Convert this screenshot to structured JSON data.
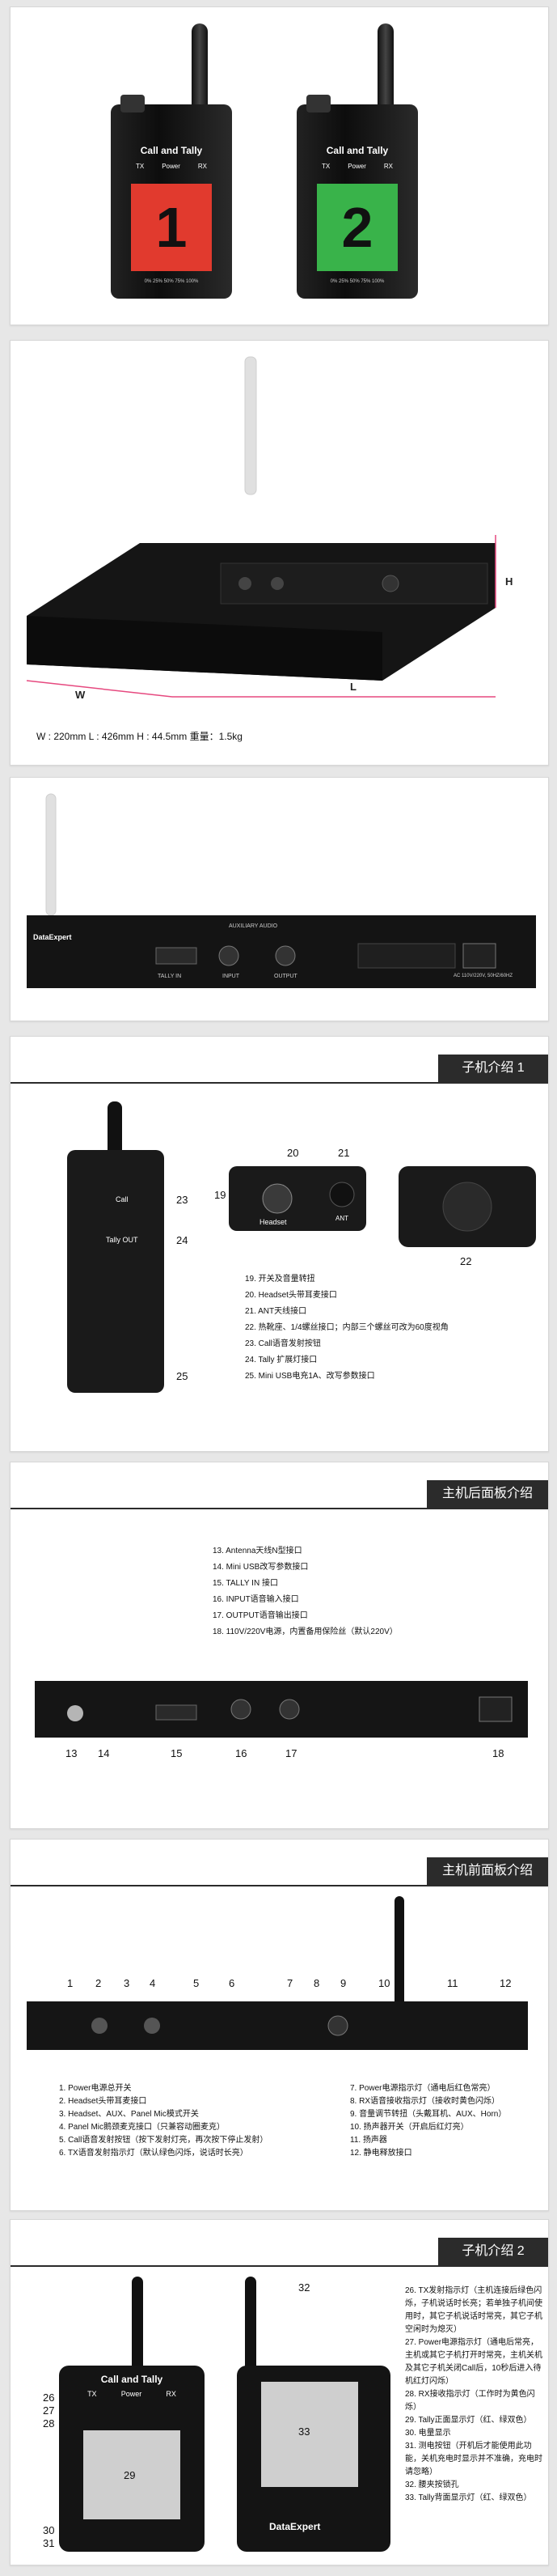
{
  "transmitters": [
    {
      "title": "Call and Tally",
      "leds": [
        "TX",
        "Power",
        "RX"
      ],
      "number": "1",
      "color": "#e13a2e",
      "battery": "0% 25% 50% 75% 100%"
    },
    {
      "title": "Call and Tally",
      "leds": [
        "TX",
        "Power",
        "RX"
      ],
      "number": "2",
      "color": "#39b34a",
      "battery": "0% 25% 50% 75% 100%"
    }
  ],
  "rack_dims": {
    "H": "H",
    "L": "L",
    "W": "W",
    "spec": "W : 220mm    L : 426mm    H : 44.5mm    重量：1.5kg"
  },
  "rear_labels": {
    "brand": "DataExpert",
    "tally": "TALLY IN",
    "input": "INPUT",
    "output": "OUTPUT",
    "aux": "AUXILIARY AUDIO",
    "power": "AC 110V/220V, 50HZ/60HZ"
  },
  "section1": {
    "tag": "子机介绍 1",
    "callouts": {
      "c19": "19",
      "c20": "20",
      "c21": "21",
      "c22": "22",
      "c23": "23",
      "c24": "24",
      "c25": "25"
    },
    "unit_labels": {
      "call": "Call",
      "tally_out": "Tally OUT",
      "headset": "Headset",
      "ant": "ANT"
    },
    "items": [
      "19. 开关及音量转扭",
      "20. Headset头带耳麦接口",
      "21. ANT天线接口",
      "22. 热靴座、1/4螺丝接口；内部三个螺丝可改为60度视角",
      "23. Call语音发射按钮",
      "24. Tally 扩展灯接口",
      "25. Mini USB电充1A、改写参数接口"
    ]
  },
  "section2": {
    "tag": "主机后面板介绍",
    "items": [
      "13. Antenna天线N型接口",
      "14. Mini USB改写参数接口",
      "15. TALLY IN 接口",
      "16. INPUT语音输入接口",
      "17. OUTPUT语音输出接口",
      "18. 110V/220V电源，内置备用保险丝（默认220V）"
    ],
    "callouts": [
      "13",
      "14",
      "15",
      "16",
      "17",
      "18"
    ]
  },
  "section3": {
    "tag": "主机前面板介绍",
    "callouts": [
      "1",
      "2",
      "3",
      "4",
      "5",
      "6",
      "7",
      "8",
      "9",
      "10",
      "11",
      "12"
    ],
    "left_items": [
      "1. Power电源总开关",
      "2. Headset头带耳麦接口",
      "3. Headset、AUX、Panel Mic模式开关",
      "4. Panel Mic鹅颈麦克接口（只兼容动圈麦克）",
      "5. Call语音发射按钮（按下发射灯亮，再次按下停止发射）",
      "6. TX语音发射指示灯（默认绿色闪烁，说话时长亮）"
    ],
    "right_items": [
      "7. Power电源指示灯（通电后红色常亮）",
      "8. RX语音接收指示灯（接收时黄色闪烁）",
      "9. 音量调节转扭（头戴耳机、AUX、Horn）",
      "10. 扬声器开关（开启后红灯亮）",
      "11. 扬声器",
      "12. 静电释放接口"
    ]
  },
  "section4": {
    "tag": "子机介绍 2",
    "callouts": [
      "26",
      "27",
      "28",
      "29",
      "30",
      "31",
      "32",
      "33"
    ],
    "device": {
      "title": "Call and Tally",
      "leds": [
        "TX",
        "Power",
        "RX"
      ],
      "brand": "DataExpert"
    },
    "items": [
      "26. TX发射指示灯（主机连接后绿色闪烁，子机说话时长亮；若单独子机间使用时，其它子机说话时常亮，其它子机空闲时为熄灭）",
      "27. Power电源指示灯（通电后常亮，主机或其它子机打开时常亮，主机关机及其它子机关闭Call后，10秒后进入待机红灯闪烁）",
      "28. RX接收指示灯（工作时为黄色闪烁）",
      "29. Tally正面显示灯（红、绿双色）",
      "30. 电量显示",
      "31. 测电按钮（开机后才能使用此功能，关机充电时显示并不准确，充电时请忽略）",
      "32. 腰夹按锁孔",
      "33. Tally背面显示灯（红、绿双色）"
    ]
  }
}
